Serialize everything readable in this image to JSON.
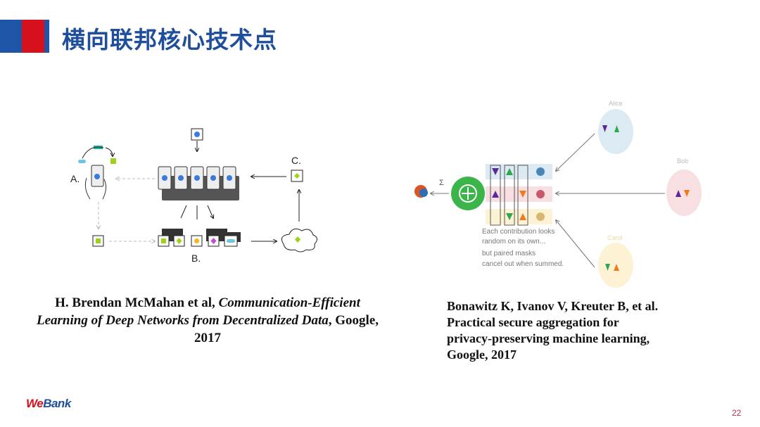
{
  "title": "横向联邦核心技术点",
  "left_figure": {
    "label_a": "A.",
    "label_b": "B.",
    "label_c": "C."
  },
  "left_citation": {
    "authors": "H. Brendan McMahan et al,",
    "paper_title_1": "Communication-Efficient",
    "paper_title_2": "Learning of  Deep Networks from Decentralized Data",
    "org": ", Google,",
    "year": "2017"
  },
  "right_figure": {
    "alice": "Alice",
    "bob": "Bob",
    "carol": "Carol",
    "sigma": "Σ",
    "caption_1": "Each contribution looks",
    "caption_2": "random on its own...",
    "caption_3": "but paired masks",
    "caption_4": "cancel out when summed."
  },
  "right_citation": {
    "line1": "Bonawitz K, Ivanov V, Kreuter B, et al.",
    "line2": "Practical secure aggregation for",
    "line3": "privacy-preserving machine learning,",
    "line4": "Google, 2017"
  },
  "footer": {
    "logo_we": "We",
    "logo_bank": "Bank",
    "page_number": "22"
  },
  "colors": {
    "brand_blue": "#1f4f9c",
    "brand_red": "#d7101e"
  }
}
